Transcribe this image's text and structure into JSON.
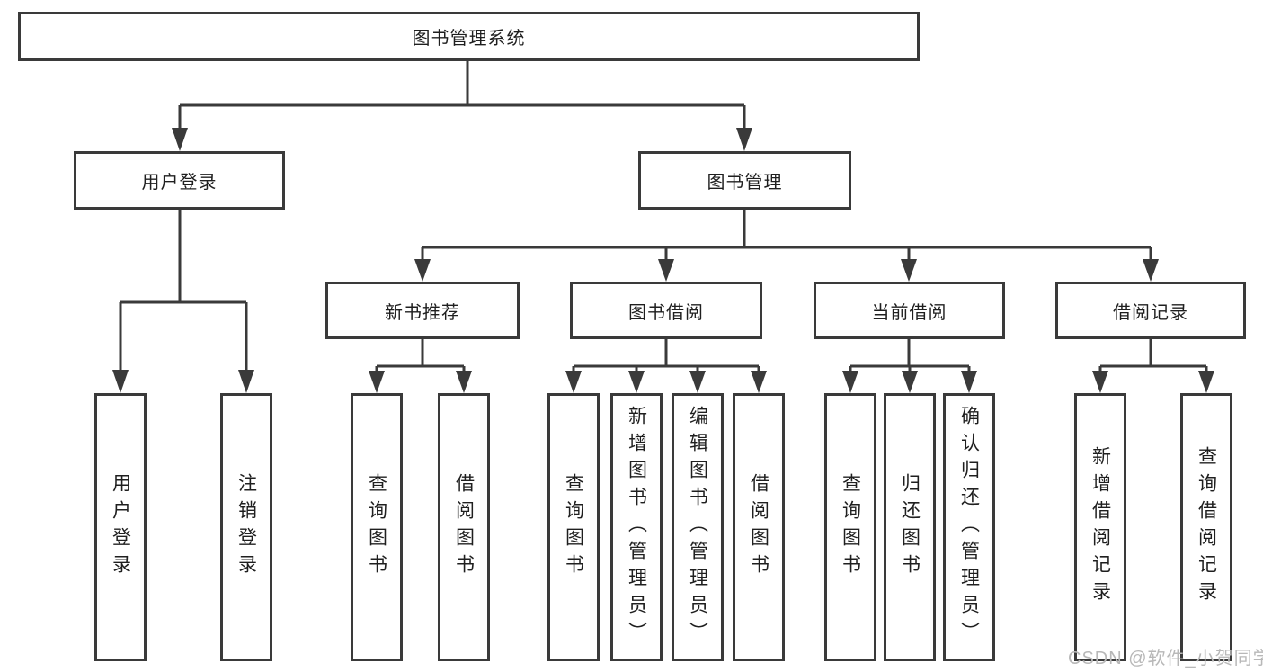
{
  "diagram": {
    "root": {
      "label": "图书管理系统"
    },
    "branches": [
      {
        "label": "用户登录",
        "children": [
          {
            "label": "用户登录"
          },
          {
            "label": "注销登录"
          }
        ]
      },
      {
        "label": "图书管理",
        "children": [
          {
            "label": "新书推荐",
            "children": [
              {
                "label": "查询图书"
              },
              {
                "label": "借阅图书"
              }
            ]
          },
          {
            "label": "图书借阅",
            "children": [
              {
                "label": "查询图书"
              },
              {
                "label": "新增图书（管理员）"
              },
              {
                "label": "编辑图书（管理员）"
              },
              {
                "label": "借阅图书"
              }
            ]
          },
          {
            "label": "当前借阅",
            "children": [
              {
                "label": "查询图书"
              },
              {
                "label": "归还图书"
              },
              {
                "label": "确认归还（管理员）"
              }
            ]
          },
          {
            "label": "借阅记录",
            "children": [
              {
                "label": "新增借阅记录"
              },
              {
                "label": "查询借阅记录"
              }
            ]
          }
        ]
      }
    ]
  },
  "watermark": {
    "text": "CSDN @软件_小贺同学"
  },
  "colors": {
    "line": "#3a3a3a",
    "text": "#1f1f1f",
    "watermark": "#b8b8b8",
    "background": "#ffffff"
  }
}
